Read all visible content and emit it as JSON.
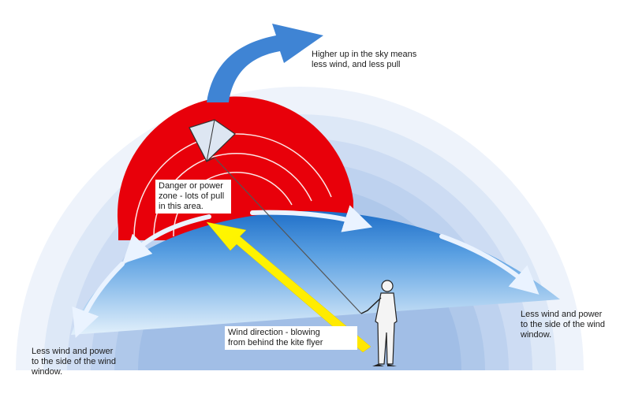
{
  "labels": {
    "higher_sky": "Higher up in the sky means\nless wind, and less pull",
    "power_zone": "Danger or power\nzone - lots of pull\nin this area.",
    "wind_direction": "Wind direction - blowing\nfrom behind the kite flyer",
    "side_left": "Less wind and power\nto the side of the wind\nwindow.",
    "side_right": "Less wind and power\nto the side of the wind\nwindow."
  },
  "colors": {
    "power_zone": "#e8000a",
    "sky_outer": "#e8f0fb",
    "sky_inner": "#a9c6ec",
    "ground_light": "#d2e6f8",
    "ground_dark": "#2d7fd3",
    "arrow_blue": "#3f84d4",
    "wind_arrow": "#fff200"
  },
  "icons": [
    "kite-icon",
    "kite-flyer-figure",
    "wind-arrow-icon"
  ]
}
